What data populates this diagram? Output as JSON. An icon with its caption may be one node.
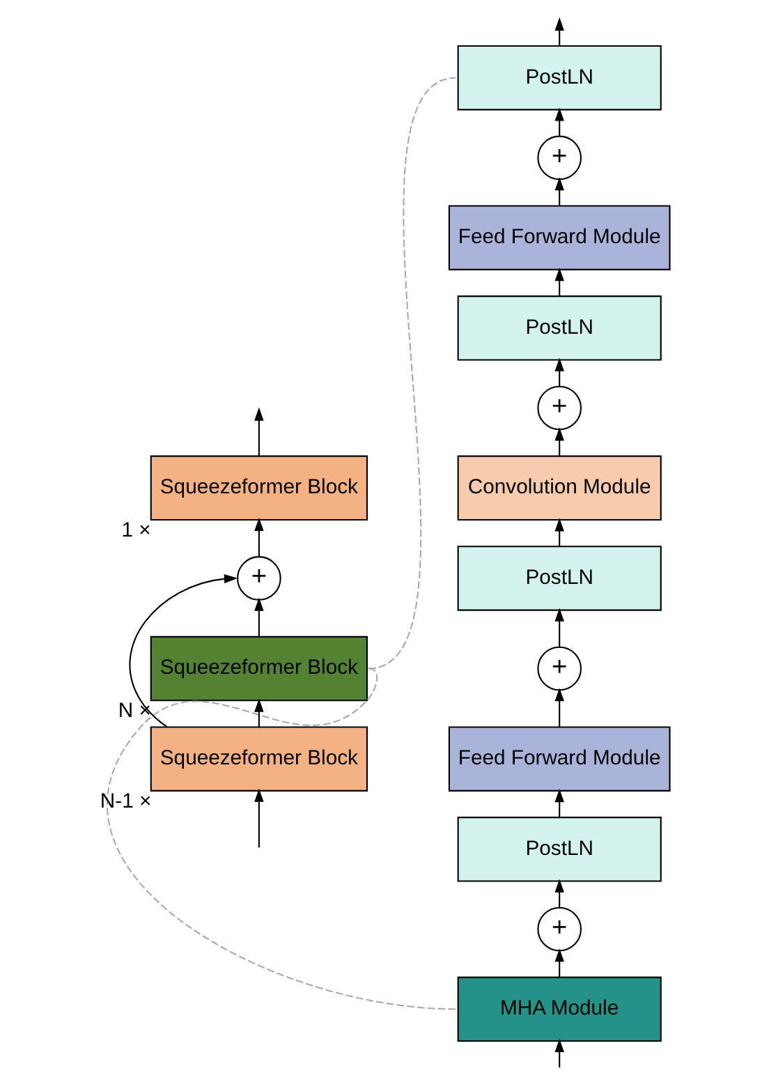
{
  "diagram": {
    "nodes": [
      {
        "text": [
          "Squeezeformer Block"
        ],
        "beside": [
          "1 ×"
        ]
      },
      {
        "text": [
          "+"
        ]
      },
      {
        "text": [
          "Squeezeformer Block"
        ],
        "beside": [
          "N ×"
        ]
      },
      {
        "text": [
          "Squeezeformer Block"
        ],
        "beside": [
          "N-1 ×"
        ]
      },
      {
        "text": [
          "PostLN"
        ]
      },
      {
        "text": [
          "+"
        ]
      },
      {
        "text": [
          "Feed Forward Module"
        ]
      },
      {
        "text": [
          "PostLN"
        ]
      },
      {
        "text": [
          "+"
        ]
      },
      {
        "text": [
          "Convolution Module"
        ]
      },
      {
        "text": [
          "PostLN"
        ]
      },
      {
        "text": [
          "+"
        ]
      },
      {
        "text": [
          "Feed Forward Module"
        ]
      },
      {
        "text": [
          "PostLN"
        ]
      },
      {
        "text": [
          "+"
        ]
      },
      {
        "text": [
          "MHA Module"
        ]
      }
    ],
    "edges": [
      {
        "from": null,
        "to": 3,
        "arrow": "to"
      },
      {
        "from": 3,
        "to": 2,
        "arrow": "to"
      },
      {
        "from": 3,
        "to": 1,
        "arrow": "to"
      },
      {
        "from": 2,
        "to": 1,
        "arrow": "to"
      },
      {
        "from": 1,
        "to": 0,
        "arrow": "to"
      },
      {
        "from": 0,
        "to": null,
        "arrow": "to"
      },
      {
        "from": null,
        "to": 15,
        "arrow": "to"
      },
      {
        "from": 15,
        "to": 14,
        "arrow": "to"
      },
      {
        "from": 14,
        "to": 13,
        "arrow": "to"
      },
      {
        "from": 13,
        "to": 12,
        "arrow": "to"
      },
      {
        "from": 12,
        "to": 11,
        "arrow": "to"
      },
      {
        "from": 11,
        "to": 10,
        "arrow": "to"
      },
      {
        "from": 10,
        "to": 9,
        "arrow": "to"
      },
      {
        "from": 9,
        "to": 8,
        "arrow": "to"
      },
      {
        "from": 8,
        "to": 7,
        "arrow": "to"
      },
      {
        "from": 7,
        "to": 6,
        "arrow": "to"
      },
      {
        "from": 6,
        "to": 5,
        "arrow": "to"
      },
      {
        "from": 5,
        "to": 4,
        "arrow": "to"
      },
      {
        "from": 4,
        "to": null,
        "arrow": "to"
      },
      {
        "from": 2,
        "to": 4,
        "arrow": "none",
        "style": "dashed",
        "color": "#aaaaaa"
      },
      {
        "from": 2,
        "to": 15,
        "arrow": "none",
        "style": "dashed",
        "color": "#aaaaaa"
      }
    ]
  }
}
